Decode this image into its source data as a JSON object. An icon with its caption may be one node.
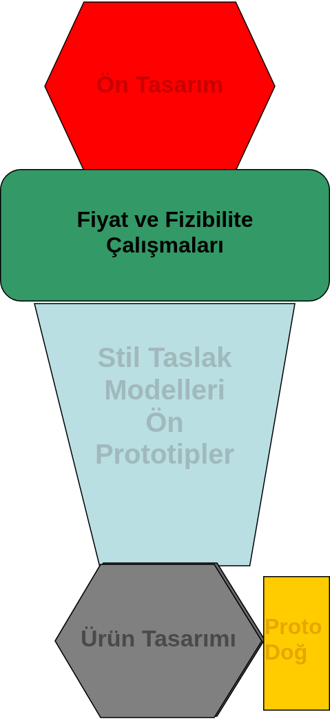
{
  "diagram": {
    "nodes": [
      {
        "text": [
          "Ön Tasarım"
        ]
      },
      {
        "text": [
          "Fiyat ve Fizibilite Çalışmaları"
        ]
      },
      {
        "text": [
          "Stil Taslak Modelleri Ön Prototipler"
        ]
      },
      {
        "text": [
          "Ürün Tasarımı"
        ]
      },
      {
        "text": [
          "Proto Doğ"
        ]
      }
    ]
  }
}
